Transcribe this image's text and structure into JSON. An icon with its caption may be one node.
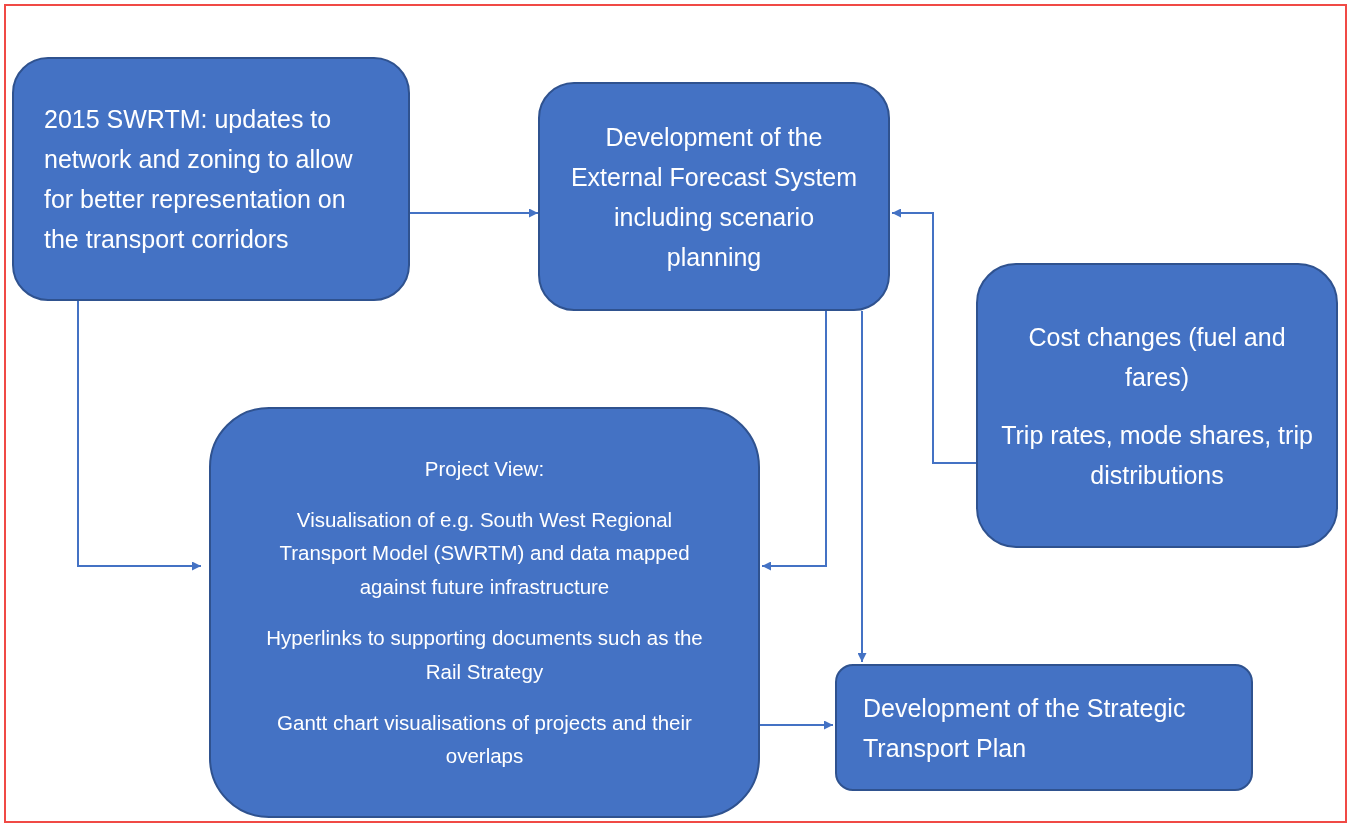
{
  "diagram": {
    "nodes": [
      {
        "text": [
          "2015 SWRTM: updates to network and zoning to allow for better representation on the transport corridors"
        ]
      },
      {
        "text": [
          "Development of the External Forecast System including scenario planning"
        ]
      },
      {
        "text": [
          "Cost changes (fuel and fares)",
          "Trip rates, mode shares, trip distributions"
        ]
      },
      {
        "text": [
          "Project View:",
          "Visualisation of e.g. South West Regional Transport Model (SWRTM) and data mapped against future infrastructure",
          "Hyperlinks to supporting documents such as the Rail Strategy",
          "Gantt chart visualisations of projects and their overlaps"
        ]
      },
      {
        "text": [
          "Development of the Strategic Transport Plan"
        ]
      }
    ],
    "edges": [
      {
        "from": 0,
        "to": 1,
        "arrow": "to"
      },
      {
        "from": 0,
        "to": 3,
        "arrow": "to"
      },
      {
        "from": 1,
        "to": 3,
        "arrow": "to"
      },
      {
        "from": 1,
        "to": 4,
        "arrow": "to"
      },
      {
        "from": 2,
        "to": 1,
        "arrow": "to"
      },
      {
        "from": 3,
        "to": 4,
        "arrow": "to"
      }
    ]
  }
}
